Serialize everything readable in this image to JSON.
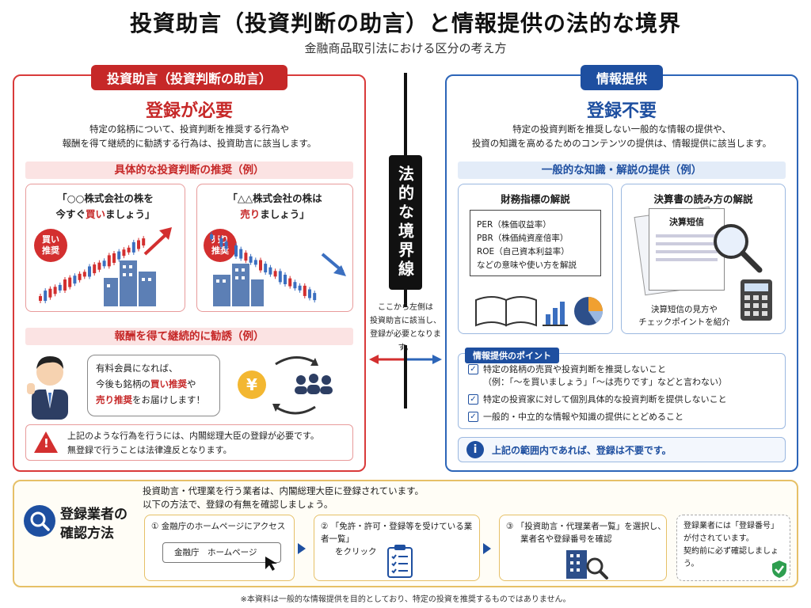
{
  "header": {
    "title": "投資助言（投資判断の助言）と情報提供の法的な境界",
    "subtitle": "金融商品取引法における区分の考え方"
  },
  "left": {
    "tab": "投資助言（投資判断の助言）",
    "verdict": "登録が必要",
    "desc_line1": "特定の銘柄について、投資判断を推奨する行為や",
    "desc_line2": "報酬を得て継続的に勧誘する行為は、投資助言に該当します。",
    "band1": "具体的な投資判断の推奨（例）",
    "buy": {
      "line1": "「○○株式会社の株を",
      "line2_a": "今すぐ",
      "line2_hl": "買い",
      "line2_b": "ましょう」",
      "badge_l1": "買い",
      "badge_l2": "推奨"
    },
    "sell": {
      "line1": "「△△株式会社の株は",
      "line2_hl": "売り",
      "line2_b": "ましょう」",
      "badge_l1": "売り",
      "badge_l2": "推奨"
    },
    "band2": "報酬を得て継続的に勧誘（例）",
    "speech": {
      "l1": "有料会員になれば、",
      "l2_a": "今後も銘柄の",
      "l2_hl": "買い推奨",
      "l2_b": "や",
      "l3_hl": "売り推奨",
      "l3_b": "をお届けします！"
    },
    "yen": "¥",
    "warning_l1": "上記のような行為を行うには、内閣総理大臣の登録が必要です。",
    "warning_l2": "無登録で行うことは法律違反となります。"
  },
  "center": {
    "label": "法的な境界線",
    "note_l1": "ここから左側は",
    "note_l2": "投資助言に該当し、",
    "note_l3": "登録が必要となります。"
  },
  "right": {
    "tab": "情報提供",
    "verdict": "登録不要",
    "desc_line1": "特定の投資判断を推奨しない一般的な情報の提供や、",
    "desc_line2": "投資の知識を高めるためのコンテンツの提供は、情報提供に該当します。",
    "band1": "一般的な知識・解説の提供（例）",
    "finance": {
      "title": "財務指標の解説",
      "l1": "PER（株価収益率）",
      "l2": "PBR（株価純資産倍率）",
      "l3": "ROE（自己資本利益率）",
      "l4": "などの意味や使い方を解説"
    },
    "report": {
      "title": "決算書の読み方の解説",
      "doc": "決算短信",
      "l1": "決算短信の見方や",
      "l2": "チェックポイントを紹介"
    },
    "points_title": "情報提供のポイント",
    "points": [
      {
        "l1": "特定の銘柄の売買や投資判断を推奨しないこと",
        "l2": "（例：「～を買いましょう」「～は売りです」などと言わない）"
      },
      {
        "l1": "特定の投資家に対して個別具体的な投資判断を提供しないこと",
        "l2": ""
      },
      {
        "l1": "一般的・中立的な情報や知識の提供にとどめること",
        "l2": ""
      }
    ],
    "info": "上記の範囲内であれば、登録は不要です。"
  },
  "bottom": {
    "title_l1": "登録業者の",
    "title_l2": "確認方法",
    "intro_l1": "投資助言・代理業を行う業者は、内閣総理大臣に登録されています。",
    "intro_l2": "以下の方法で、登録の有無を確認しましょう。",
    "step1": {
      "num": "①",
      "text": "金融庁のホームページにアクセス",
      "box": "金融庁　ホームページ"
    },
    "step2": {
      "num": "②",
      "l1": "「免許・許可・登録等を受けている業者一覧」",
      "l2": "をクリック"
    },
    "step3": {
      "num": "③",
      "l1": "「投資助言・代理業者一覧」を選択し、",
      "l2": "業者名や登録番号を確認"
    },
    "note_l1": "登録業者には「登録番号」",
    "note_l2": "が付されています。",
    "note_l3": "契約前に必ず確認しましょう。"
  },
  "footer": "※本資料は一般的な情報提供を目的としており、特定の投資を推奨するものではありません。",
  "colors": {
    "red": "#c62828",
    "blue": "#1e4fa0",
    "gold": "#e6c067"
  }
}
